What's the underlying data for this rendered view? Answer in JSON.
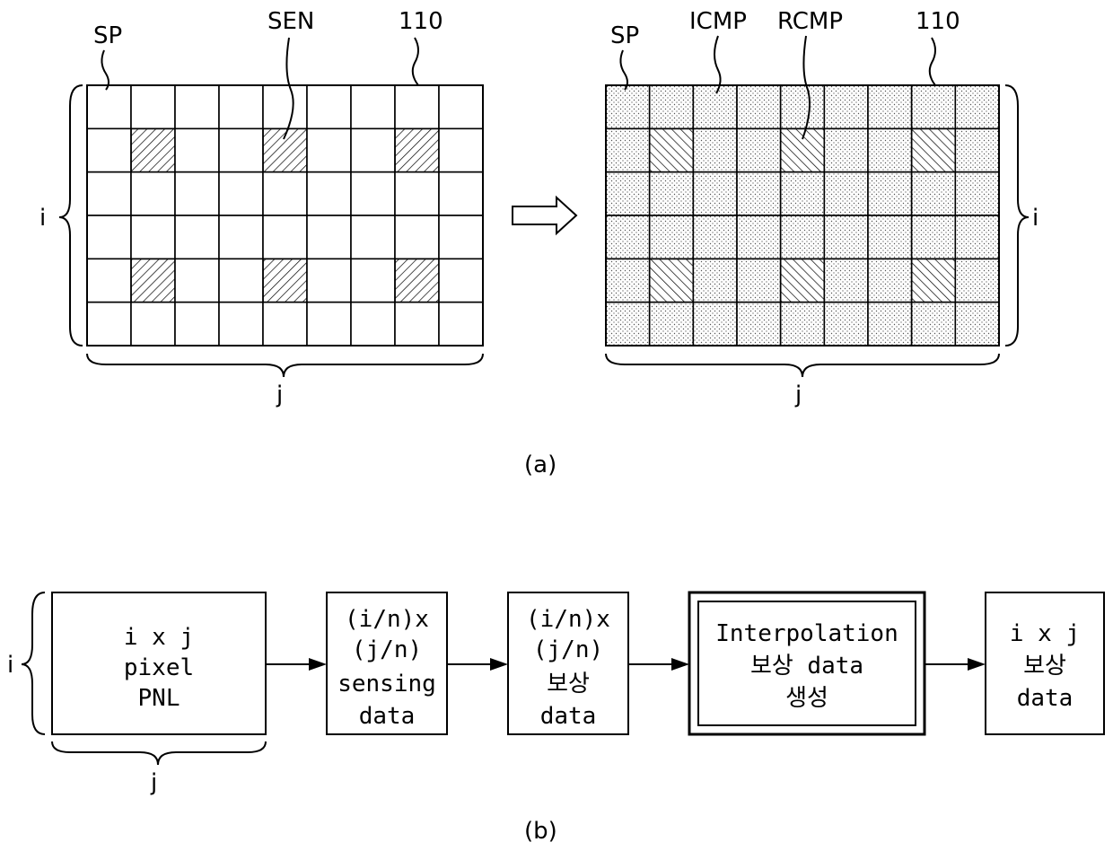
{
  "part_a": {
    "caption": "(a)",
    "rows": 6,
    "cols": 9,
    "left_grid": {
      "labels": {
        "sp": "SP",
        "sen": "SEN",
        "ref": "110"
      },
      "brace_rows": "i",
      "brace_cols": "j",
      "hatched_cells": [
        [
          1,
          1
        ],
        [
          1,
          4
        ],
        [
          1,
          7
        ],
        [
          4,
          1
        ],
        [
          4,
          4
        ],
        [
          4,
          7
        ]
      ]
    },
    "right_grid": {
      "labels": {
        "sp": "SP",
        "icmp": "ICMP",
        "rcmp": "RCMP",
        "ref": "110"
      },
      "brace_rows": "i",
      "brace_cols": "j",
      "hatched_cells": [
        [
          1,
          1
        ],
        [
          1,
          4
        ],
        [
          1,
          7
        ],
        [
          4,
          1
        ],
        [
          4,
          4
        ],
        [
          4,
          7
        ]
      ],
      "dotted_fill": true
    }
  },
  "part_b": {
    "caption": "(b)",
    "brace_rows": "i",
    "brace_cols": "j",
    "boxes": [
      {
        "lines": [
          "i x j",
          "pixel",
          "PNL"
        ]
      },
      {
        "lines": [
          "(i/n)x",
          "(j/n)",
          "sensing",
          "data"
        ]
      },
      {
        "lines": [
          "(i/n)x",
          "(j/n)",
          "보상",
          "data"
        ]
      },
      {
        "lines": [
          "Interpolation",
          "보상 data",
          "생성"
        ]
      },
      {
        "lines": [
          "i x j",
          "보상",
          "data"
        ]
      }
    ]
  }
}
